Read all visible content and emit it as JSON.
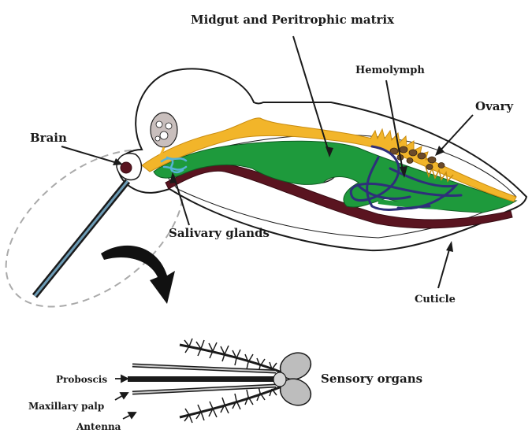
{
  "labels": {
    "midgut": "Midgut and Peritrophic matrix",
    "hemolymph": "Hemolymph",
    "ovary": "Ovary",
    "brain": "Brain",
    "salivary": "Salivary glands",
    "cuticle": "Cuticle",
    "sensory": "Sensory organs",
    "proboscis": "Proboscis",
    "maxillary": "Maxillary palp",
    "antenna": "Antenna"
  },
  "colors": {
    "midgut": "#1e9a3c",
    "fat_body": "#f2b52a",
    "hemolymph": "#2e2f7a",
    "ventral_tissue": "#5a1420",
    "salivary": "#56b3d6",
    "ovary_dots": "#6b4a2a",
    "crop": "#c9bfbd",
    "outline": "#1a1a1a"
  }
}
